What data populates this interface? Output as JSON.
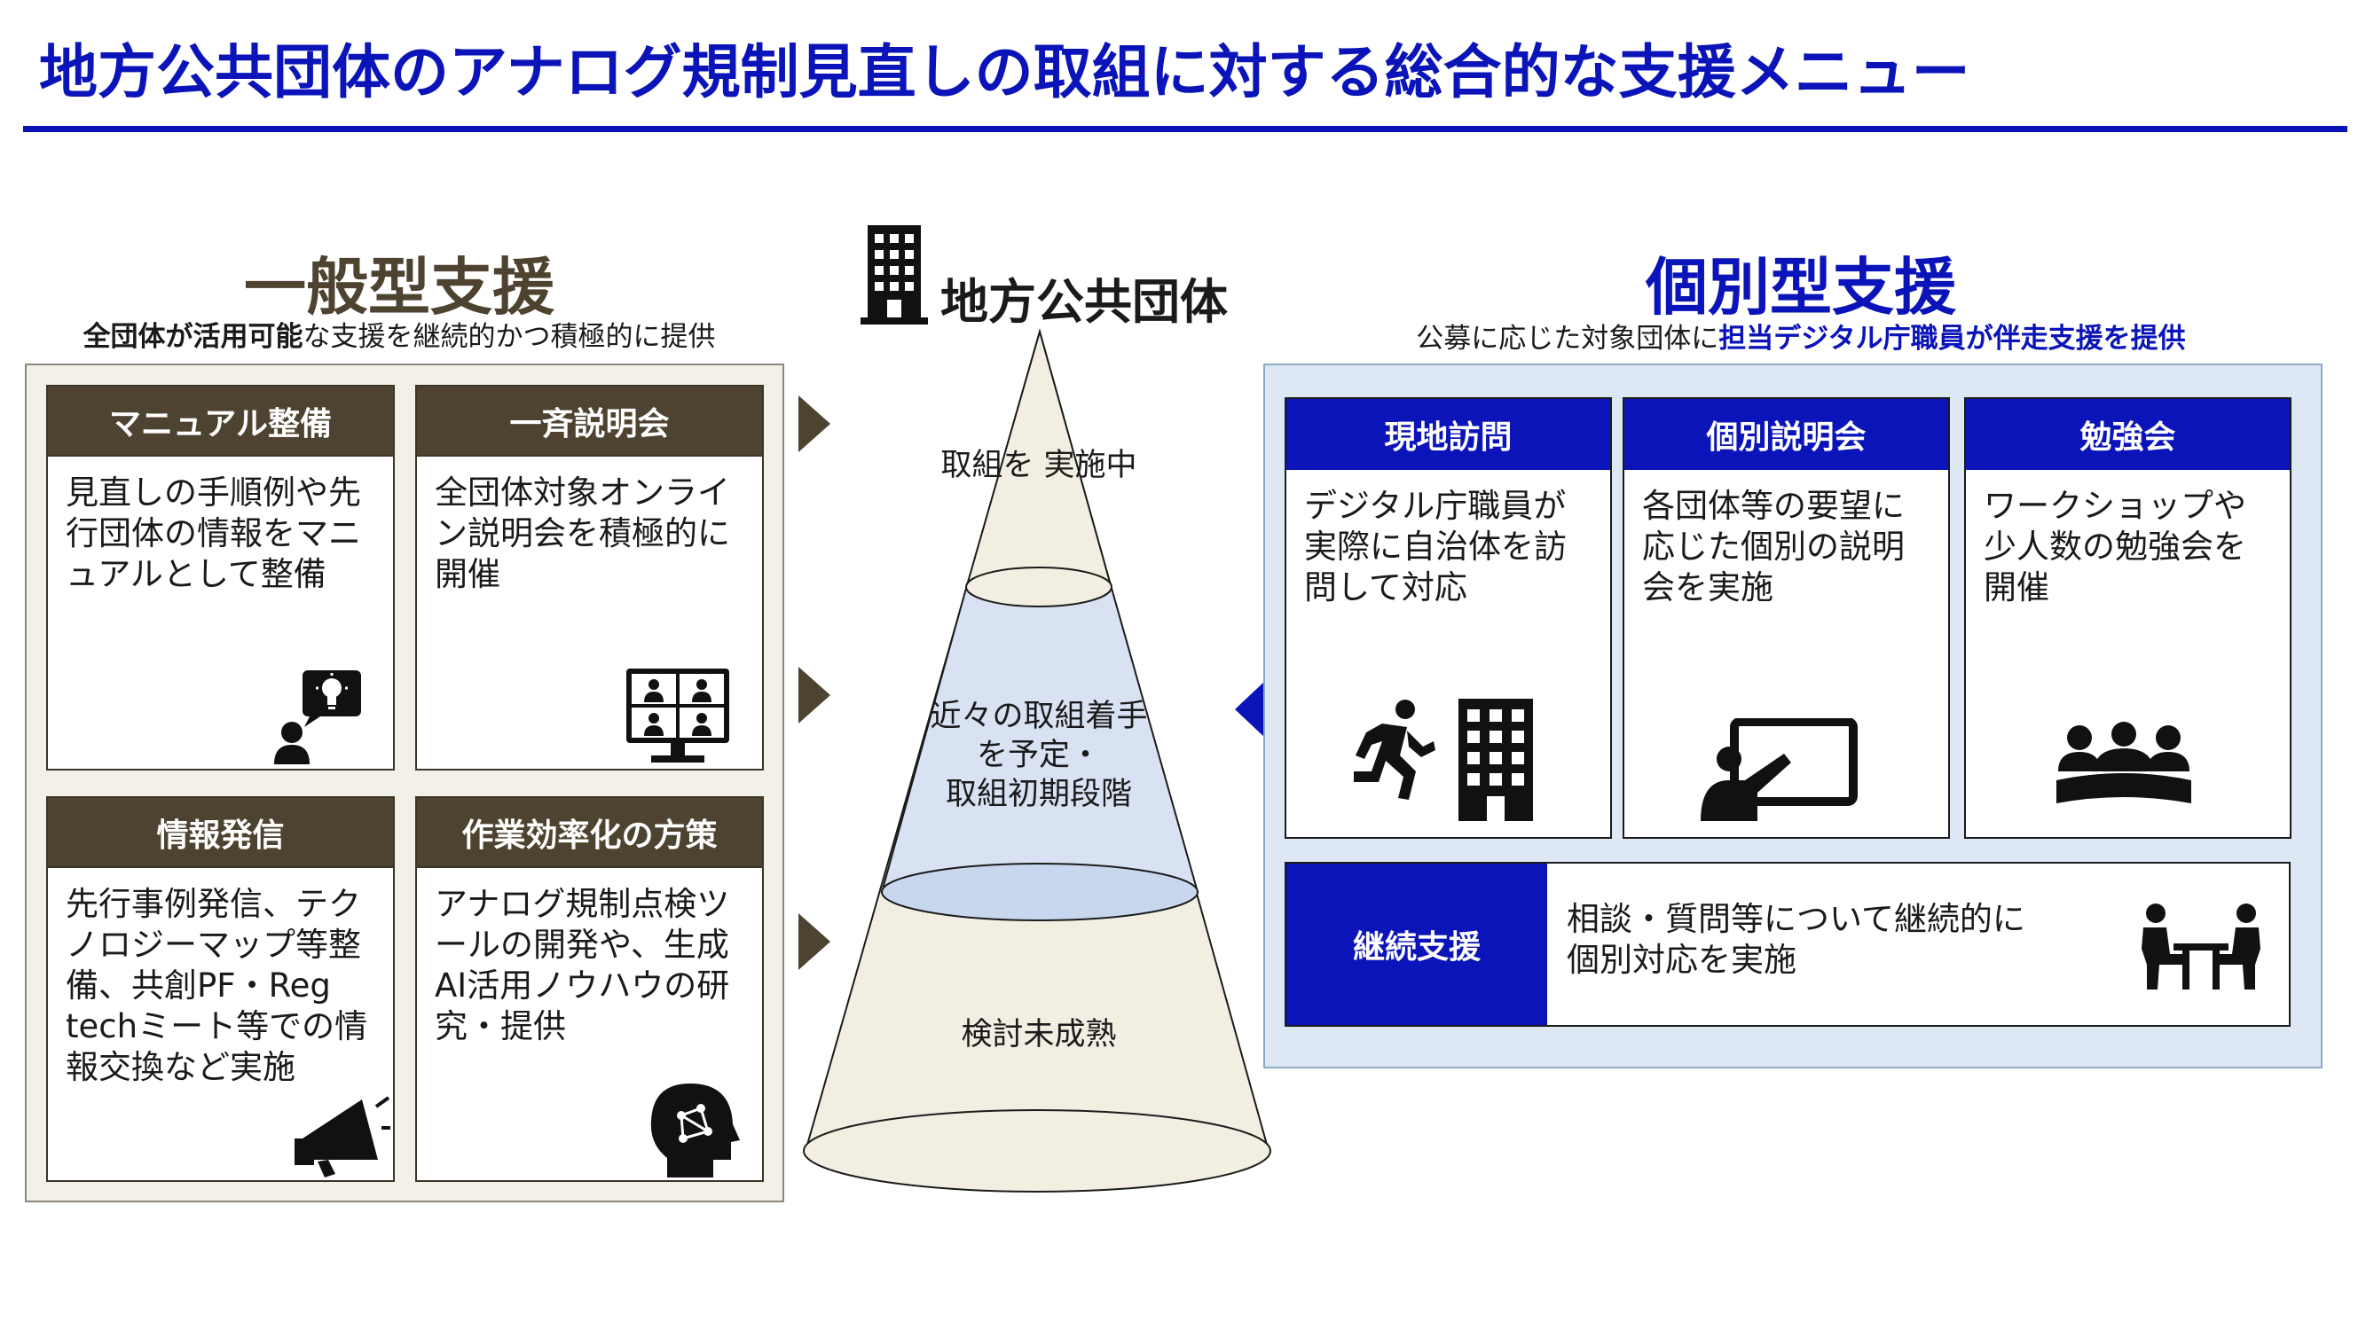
{
  "title": "地方公共団体のアナログ規制見直しの取組に対する総合的な支援メニュー",
  "colors": {
    "accent_blue": "#0b14b8",
    "brown": "#4e4330",
    "left_panel_bg": "#f3f0e9",
    "right_panel_bg": "#dde8f4"
  },
  "general": {
    "title": "一般型支援",
    "subtitle_bold": "全団体が活用可能",
    "subtitle_rest": "な支援を継続的かつ積極的に提供",
    "cards": [
      {
        "header": "マニュアル整備",
        "body": "見直しの手順例や先行団体の情報をマニュアルとして整備",
        "icon": "lightbulb-presenter-icon"
      },
      {
        "header": "一斉説明会",
        "body": "全団体対象オンライン説明会を積極的に開催",
        "icon": "online-meeting-icon"
      },
      {
        "header": "情報発信",
        "body": "先行事例発信、テクノロジーマップ等整備、共創PF・Reg techミート等での情報交換など実施",
        "icon": "megaphone-icon"
      },
      {
        "header": "作業効率化の方策",
        "body": "アナログ規制点検ツールの開発や、生成AI活用ノウハウの研究・提供",
        "icon": "ai-head-icon"
      }
    ]
  },
  "center": {
    "label": "地方公共団体",
    "icon": "building-icon",
    "stages": [
      {
        "text": "取組を\n実施中"
      },
      {
        "text": "近々の取組着手\nを予定・\n取組初期段階"
      },
      {
        "text": "検討未成熟"
      }
    ]
  },
  "individual": {
    "title": "個別型支援",
    "subtitle_rest": "公募に応じた対象団体に",
    "subtitle_bold": "担当デジタル庁職員が伴走支援を提供",
    "cards": [
      {
        "header": "現地訪問",
        "body": "デジタル庁職員が実際に自治体を訪問して対応",
        "icon": "running-person-building-icon"
      },
      {
        "header": "個別説明会",
        "body": "各団体等の要望に応じた個別の説明会を実施",
        "icon": "presentation-board-icon"
      },
      {
        "header": "勉強会",
        "body": "ワークショップや少人数の勉強会を開催",
        "icon": "group-meeting-icon"
      }
    ],
    "continuous": {
      "header": "継続支援",
      "body": "相談・質問等について継続的に\n個別対応を実施",
      "icon": "consultation-table-icon"
    }
  }
}
